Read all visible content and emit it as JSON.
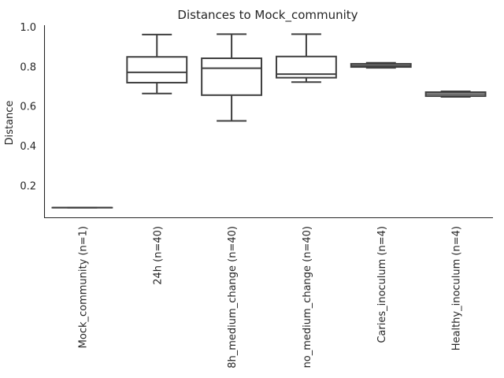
{
  "chart_data": {
    "type": "box",
    "title": "Distances to Mock_community",
    "xlabel": "",
    "ylabel": "Distance",
    "ylim": [
      0.04,
      1.01
    ],
    "yticks": [
      0.2,
      0.4,
      0.6,
      0.8,
      1.0
    ],
    "grid": false,
    "categories": [
      "Mock_community (n=1)",
      "24h (n=40)",
      "8h_medium_change (n=40)",
      "no_medium_change (n=40)",
      "Caries_inoculum (n=4)",
      "Healthy_inoculum (n=4)"
    ],
    "boxes": [
      {
        "whisker_low": 0.089,
        "q1": 0.089,
        "median": 0.089,
        "q3": 0.089,
        "whisker_high": 0.089
      },
      {
        "whisker_low": 0.665,
        "q1": 0.72,
        "median": 0.772,
        "q3": 0.85,
        "whisker_high": 0.963
      },
      {
        "whisker_low": 0.527,
        "q1": 0.657,
        "median": 0.793,
        "q3": 0.843,
        "whisker_high": 0.965
      },
      {
        "whisker_low": 0.723,
        "q1": 0.745,
        "median": 0.763,
        "q3": 0.852,
        "whisker_high": 0.965
      },
      {
        "whisker_low": 0.795,
        "q1": 0.799,
        "median": 0.806,
        "q3": 0.815,
        "whisker_high": 0.82
      },
      {
        "whisker_low": 0.648,
        "q1": 0.652,
        "median": 0.662,
        "q3": 0.672,
        "whisker_high": 0.676
      }
    ],
    "box_color": "#ffffff",
    "line_color": "#3f3f3f"
  }
}
